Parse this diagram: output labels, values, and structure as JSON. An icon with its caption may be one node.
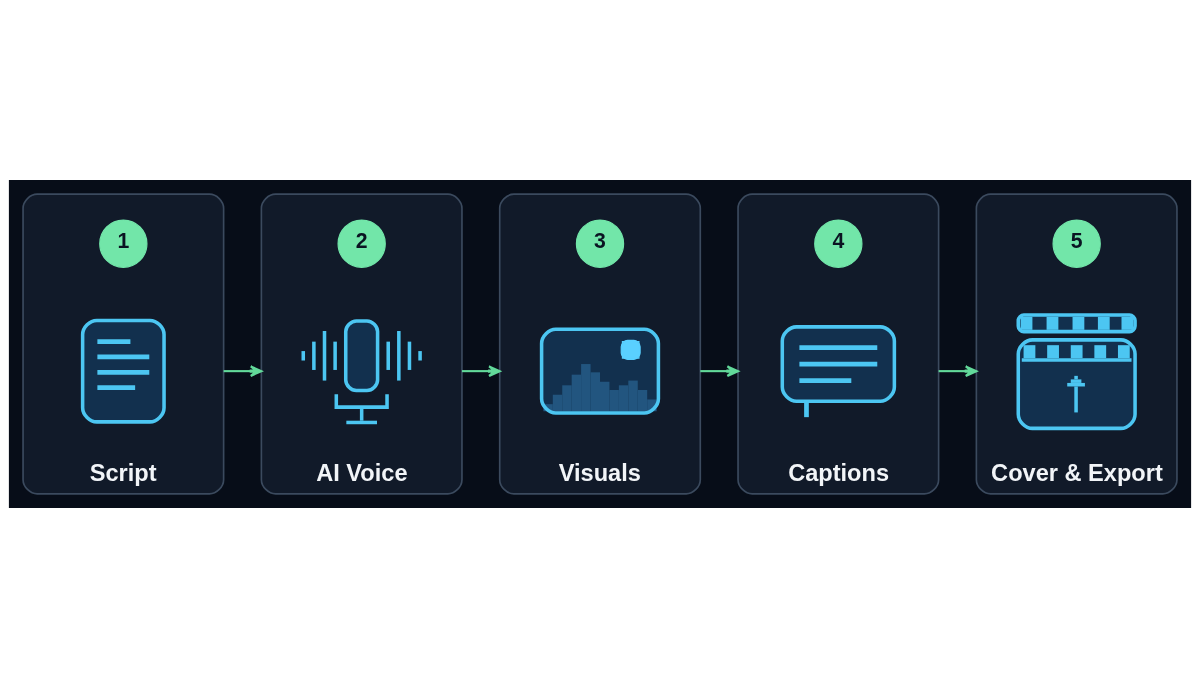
{
  "diagram": {
    "nodes": [
      {
        "text": [
          "Script"
        ]
      },
      {
        "text": [
          "1"
        ],
        "in": 0
      },
      {
        "text": [],
        "shape": "picture",
        "in": 0
      },
      {
        "text": [
          "AI Voice"
        ]
      },
      {
        "text": [
          "2"
        ],
        "in": 3
      },
      {
        "text": [],
        "shape": "picture",
        "in": 3
      },
      {
        "text": [
          "Visuals"
        ]
      },
      {
        "text": [
          "3"
        ],
        "in": 6
      },
      {
        "text": [],
        "shape": "picture",
        "in": 6
      },
      {
        "text": [
          "Captions"
        ]
      },
      {
        "text": [
          "4"
        ],
        "in": 9
      },
      {
        "text": [],
        "shape": "picture",
        "in": 9
      },
      {
        "text": [
          "Cover & Export"
        ]
      },
      {
        "text": [
          "5"
        ],
        "in": 12
      },
      {
        "text": [],
        "shape": "picture",
        "in": 12
      }
    ],
    "edges": [
      {
        "from": 0,
        "to": 3,
        "arrow": "to"
      },
      {
        "from": 3,
        "to": 6,
        "arrow": "to"
      },
      {
        "from": 6,
        "to": 9,
        "arrow": "to"
      },
      {
        "from": 9,
        "to": 12,
        "arrow": "to"
      }
    ]
  }
}
